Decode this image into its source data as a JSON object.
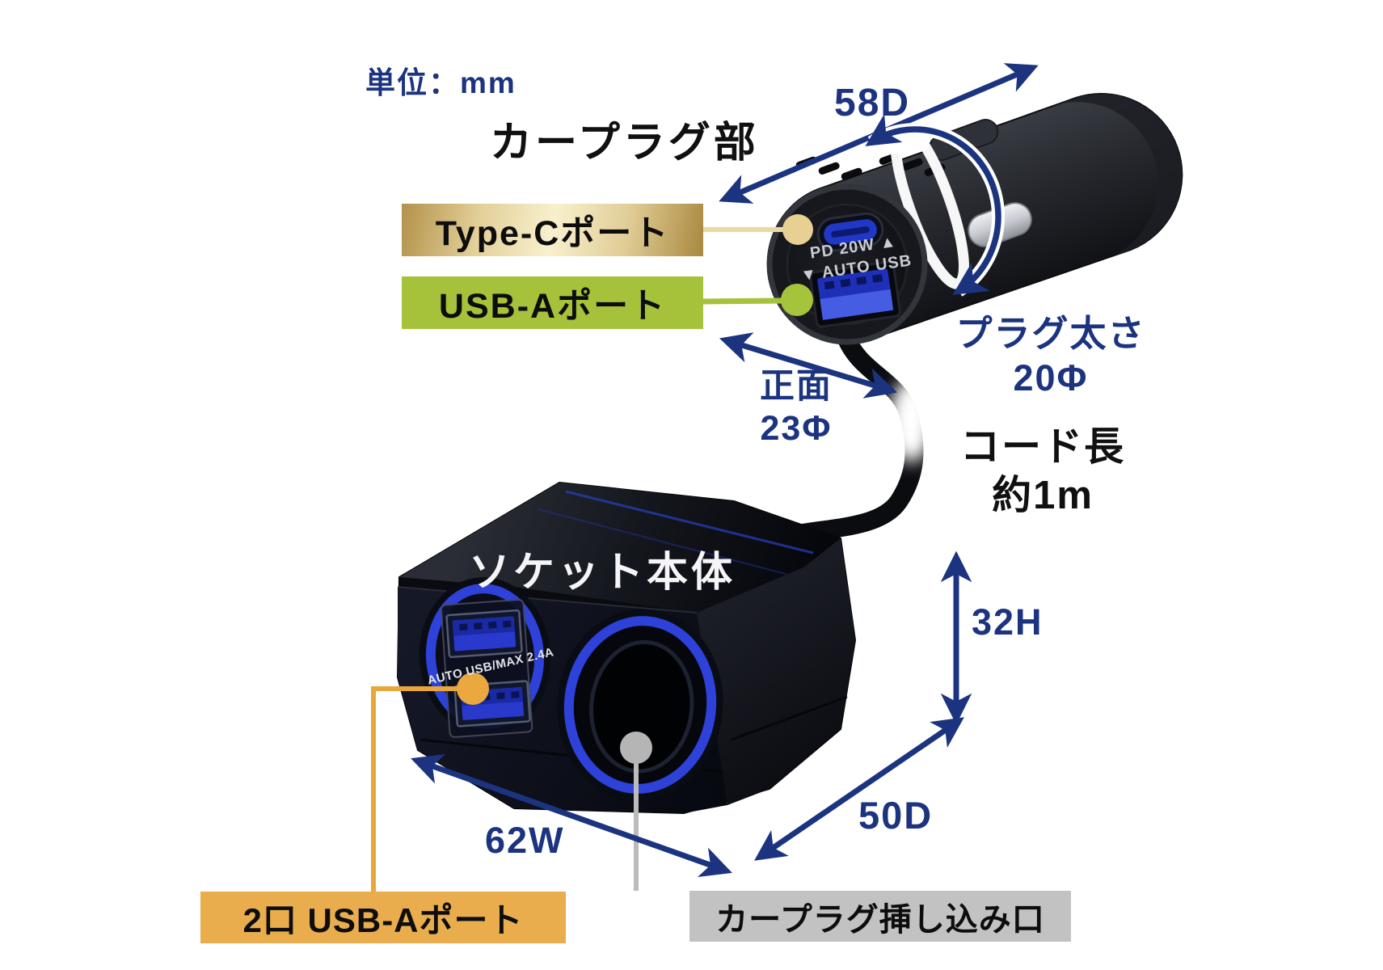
{
  "note": {
    "unit": "単位：mm"
  },
  "sections": {
    "plug_title": "カープラグ部",
    "socket_title": "ソケット本体"
  },
  "port_labels": {
    "type_c": "Type-Cポート",
    "usb_a": "USB-Aポート",
    "dual_usb_a": "2口 USB-Aポート",
    "plug_inlet": "カープラグ挿し込み口"
  },
  "dimensions": {
    "plug_depth": "58D",
    "plug_thickness_label": "プラグ太さ",
    "plug_thickness_value": "20Φ",
    "front_label": "正面",
    "front_value": "23Φ",
    "cord_label": "コード長",
    "cord_value": "約1m",
    "body_height": "32H",
    "body_depth": "50D",
    "body_width": "62W"
  },
  "device_markings": {
    "plug_face_line1": "PD 20W ▲",
    "plug_face_line2": "▼ AUTO USB",
    "socket_usb_rating": "AUTO USB/MAX 2.4A"
  },
  "colors": {
    "dimension_navy": "#1c3480",
    "type_c_gold": "#c9a85c",
    "usb_a_green": "#a6c23a",
    "dual_usb_orange": "#e9ad4d",
    "inlet_gray": "#c2c2c2",
    "ring_blue": "#2e41d8"
  }
}
